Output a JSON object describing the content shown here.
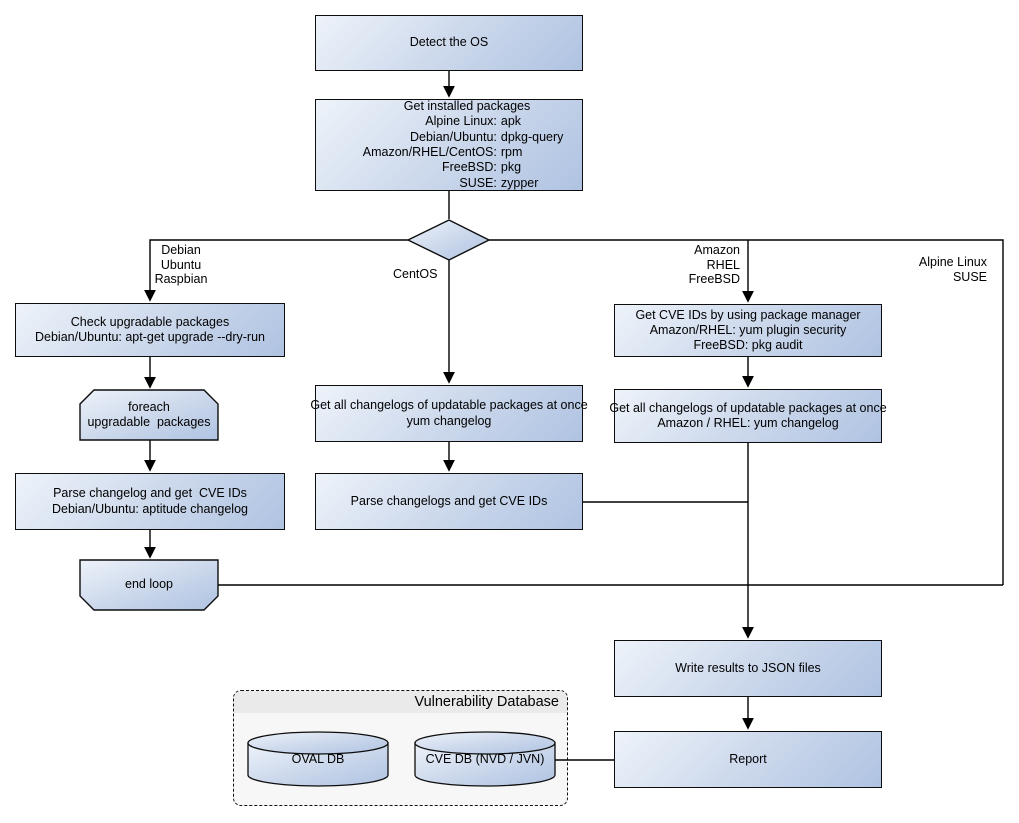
{
  "nodes": {
    "detect_os": {
      "label": "Detect the OS"
    },
    "get_installed_packages": {
      "title": "Get installed packages",
      "entries": [
        {
          "label": "Alpine Linux:",
          "value": "apk"
        },
        {
          "label": "Debian/Ubuntu:",
          "value": "dpkg-query"
        },
        {
          "label": "Amazon/RHEL/CentOS:",
          "value": "rpm"
        },
        {
          "label": "FreeBSD:",
          "value": "pkg"
        },
        {
          "label": "SUSE:",
          "value": "zypper"
        }
      ]
    },
    "check_upgradable": {
      "lines": [
        "Check upgradable packages",
        "Debian/Ubuntu: apt-get upgrade --dry-run"
      ]
    },
    "foreach_loop": {
      "lines": [
        "foreach",
        "upgradable  packages"
      ]
    },
    "parse_changelog_debian": {
      "lines": [
        "Parse changelog and get  CVE IDs",
        "Debian/Ubuntu: aptitude changelog"
      ]
    },
    "end_loop": {
      "label": "end loop"
    },
    "get_changelogs_centos": {
      "lines": [
        "Get all changelogs of updatable packages at once",
        "yum changelog"
      ]
    },
    "parse_changelogs_centos": {
      "label": "Parse changelogs and get CVE IDs"
    },
    "get_cve_ids_pkg_manager": {
      "lines": [
        "Get CVE IDs by using package manager",
        "Amazon/RHEL: yum plugin security",
        "FreeBSD: pkg audit"
      ]
    },
    "get_changelogs_amazon": {
      "lines": [
        "Get all changelogs of updatable packages at once",
        "Amazon / RHEL: yum changelog"
      ]
    },
    "write_results": {
      "label": "Write results to JSON files"
    },
    "report": {
      "label": "Report"
    }
  },
  "branch_labels": {
    "debian": [
      "Debian",
      "Ubuntu",
      "Raspbian"
    ],
    "centos": "CentOS",
    "amazon": [
      "Amazon",
      "RHEL",
      "FreeBSD"
    ],
    "alpine": [
      "Alpine Linux",
      "SUSE"
    ]
  },
  "database": {
    "title": "Vulnerability Database",
    "cylinders": [
      {
        "label": "OVAL DB"
      },
      {
        "label": "CVE DB (NVD / JVN)"
      }
    ]
  },
  "colors": {
    "node_gradient_start": "#eef3fa",
    "node_gradient_end": "#afc3e2",
    "node_border": "#0d0d0d",
    "line": "#000000",
    "db_panel_fill": "#f7f7f7",
    "db_header_fill": "#eaeaea"
  }
}
